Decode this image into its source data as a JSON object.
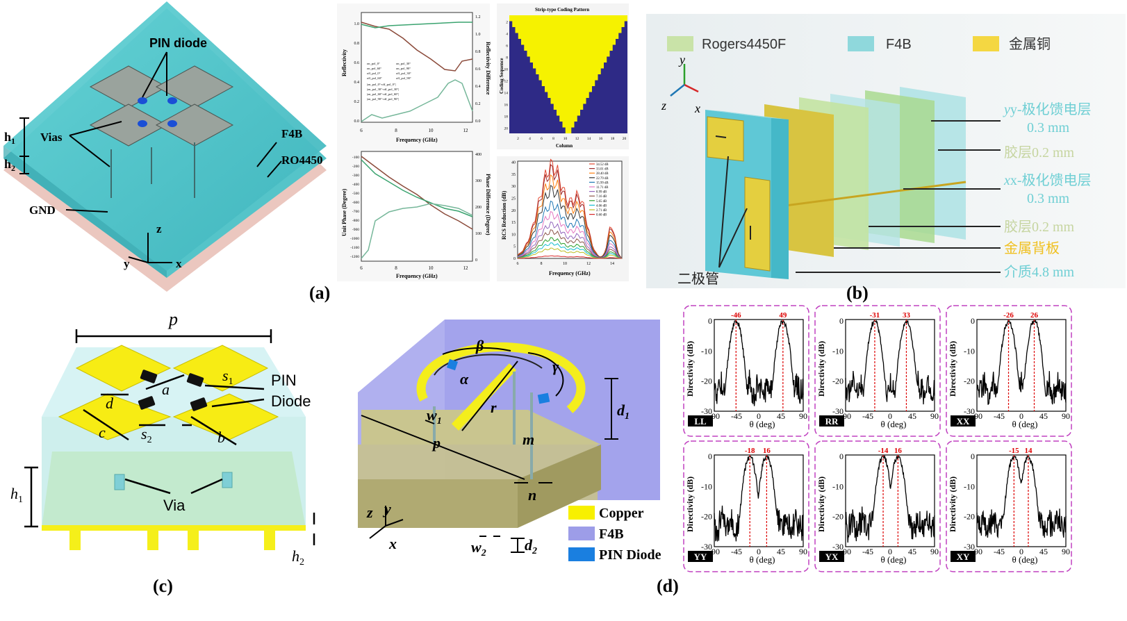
{
  "panel_labels": {
    "a": "(a)",
    "b": "(b)",
    "c": "(c)",
    "d": "(d)"
  },
  "a1": {
    "pin": "PIN diode",
    "vias": "Vias",
    "h1": "h",
    "h1sub": "1",
    "h2": "h",
    "h2sub": "2",
    "f4b": "F4B",
    "ro": "RO4450",
    "gnd": "GND",
    "z": "z",
    "y": "y",
    "x": "x"
  },
  "a2": {
    "refl_y": "Reflectivity",
    "refl_y2": "Reflectivity Difference",
    "freq": "Frequency (GHz)",
    "phase_y": "Unit Phase (Degree)",
    "phase_y2": "Phase Difference (Degree)",
    "refl_xticks": [
      "6",
      "8",
      "10",
      "12"
    ],
    "refl_yticks": [
      "0.0",
      "0.2",
      "0.4",
      "0.6",
      "0.8",
      "1.0"
    ],
    "refl_y2ticks": [
      "0.0",
      "0.2",
      "0.4",
      "0.6",
      "0.8",
      "1.0",
      "1.2"
    ],
    "phase_yticks": [
      "-100",
      "-200",
      "-300",
      "-400",
      "-500",
      "-600",
      "-700",
      "-800",
      "-900",
      "-1000",
      "-1100",
      "-1200"
    ],
    "phase_y2ticks": [
      "0",
      "100",
      "200",
      "300",
      "400"
    ],
    "legend1": [
      "on_pol_0°",
      "on_pol_30°",
      "on_pol_60°",
      "on_pol_90°",
      "off_pol_0°",
      "off_pol_30°",
      "off_pol_60°",
      "off_pol_90°",
      "|on_pol_0°-off_pol_0°|",
      "|on_pol_30°-off_pol_30°|",
      "|on_pol_60°-off_pol_60°|",
      "|on_pol_90°-off_pol_90°|"
    ],
    "code_title": "Strip-type Coding Pattern",
    "code_y": "Coding Sequence",
    "code_x": "Column",
    "code_ticks": [
      "2",
      "4",
      "6",
      "8",
      "10",
      "12",
      "14",
      "16",
      "18",
      "20"
    ],
    "rcs_y": "RCS Reduction (dB)",
    "rcs_x": "Frequency (GHz)",
    "rcs_yticks": [
      "0",
      "5",
      "10",
      "15",
      "20",
      "25",
      "30",
      "35",
      "40"
    ],
    "rcs_xticks": [
      "6",
      "8",
      "10",
      "12",
      "14"
    ],
    "rcs_legend": [
      "34.52 dB",
      "33.01 dB",
      "28.40 dB",
      "22.79 dB",
      "15.99 dB",
      "11.71 dB",
      "8.99 dB",
      "7.16 dB",
      "5.65 dB",
      "4.06 dB",
      "2.71 dB",
      "0.60 dB"
    ],
    "rcs_colors": [
      "#e34a33",
      "#9e2a2b",
      "#ff7f0e",
      "#333333",
      "#1f77b4",
      "#e377c2",
      "#9467bd",
      "#8c564b",
      "#2ca02c",
      "#17becf",
      "#bcbd22",
      "#d62728"
    ]
  },
  "b": {
    "leg": [
      "Rogers4450F",
      "F4B",
      "金属铜"
    ],
    "leg_colors": [
      "#c9e3a8",
      "#8fd8dc",
      "#f4d742"
    ],
    "labels": [
      "y-极化馈电层",
      "0.3 mm",
      "胶层0.2 mm",
      "x-极化馈电层",
      "0.3 mm",
      "胶层0.2 mm",
      "金属背板",
      "介质4.8 mm"
    ],
    "diode": "二极管",
    "y": "y",
    "z": "z",
    "x": "x"
  },
  "c": {
    "p": "p",
    "s1": "s",
    "s1sub": "1",
    "pin1": "PIN",
    "pin2": "Diode",
    "a": "a",
    "d": "d",
    "c": "c",
    "s2": "s",
    "s2sub": "2",
    "b": "b",
    "h1": "h",
    "h1sub": "1",
    "via": "Via",
    "h2": "h",
    "h2sub": "2"
  },
  "c2": {
    "beta": "β",
    "gamma": "γ",
    "alpha": "α",
    "d1": "d",
    "d1sub": "1",
    "w1": "w",
    "w1sub": "1",
    "r": "r",
    "m": "m",
    "p": "p",
    "n": "n",
    "z": "z",
    "y": "y",
    "x": "x",
    "w2": "w",
    "w2sub": "2",
    "d2": "d",
    "d2sub": "2",
    "legend": [
      "Copper",
      "F4B",
      "PIN Diode"
    ],
    "legend_colors": [
      "#f7f000",
      "#9d9de8",
      "#1a7fe0"
    ]
  },
  "d": {
    "ylabel": "Directivity (dB)",
    "xlabel": "θ (deg)",
    "yticks": [
      "0",
      "-10",
      "-20",
      "-30"
    ],
    "xticks": [
      "-90",
      "-45",
      "0",
      "45",
      "90"
    ],
    "plots": [
      {
        "tag": "LL",
        "peaks": [
          -46,
          49
        ],
        "labels": [
          "-46",
          "49"
        ]
      },
      {
        "tag": "RR",
        "peaks": [
          -31,
          33
        ],
        "labels": [
          "-31",
          "33"
        ]
      },
      {
        "tag": "XX",
        "peaks": [
          -26,
          26
        ],
        "labels": [
          "-26",
          "26"
        ]
      },
      {
        "tag": "YY",
        "peaks": [
          -18,
          16
        ],
        "labels": [
          "-18",
          "16"
        ]
      },
      {
        "tag": "YX",
        "peaks": [
          -14,
          16
        ],
        "labels": [
          "-14",
          "16"
        ]
      },
      {
        "tag": "XY",
        "peaks": [
          -15,
          14
        ],
        "labels": [
          "-15",
          "14"
        ]
      }
    ]
  }
}
